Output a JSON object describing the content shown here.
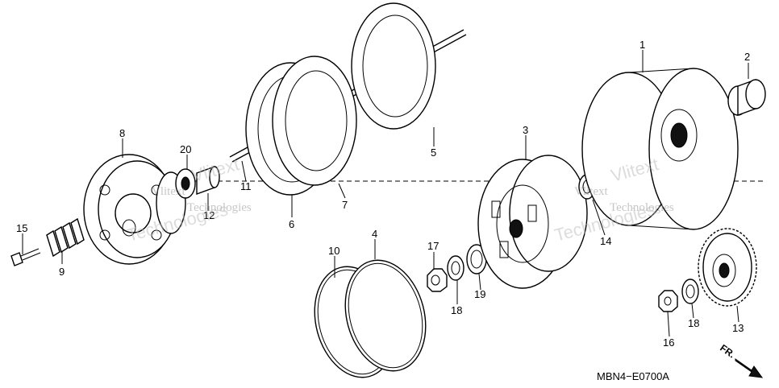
{
  "diagram_code": "MBN4−E0700A",
  "direction_marker": "FR.",
  "watermark_lines": [
    "Vlitext",
    "Technologies"
  ],
  "callouts": {
    "c1": "1",
    "c2": "2",
    "c3": "3",
    "c4": "4",
    "c5": "5",
    "c6": "6",
    "c7": "7",
    "c8": "8",
    "c9": "9",
    "c10": "10",
    "c11": "11",
    "c12": "12",
    "c13": "13",
    "c14": "14",
    "c15": "15",
    "c16": "16",
    "c17": "17",
    "c18a": "18",
    "c18b": "18",
    "c19": "19",
    "c20": "20"
  }
}
